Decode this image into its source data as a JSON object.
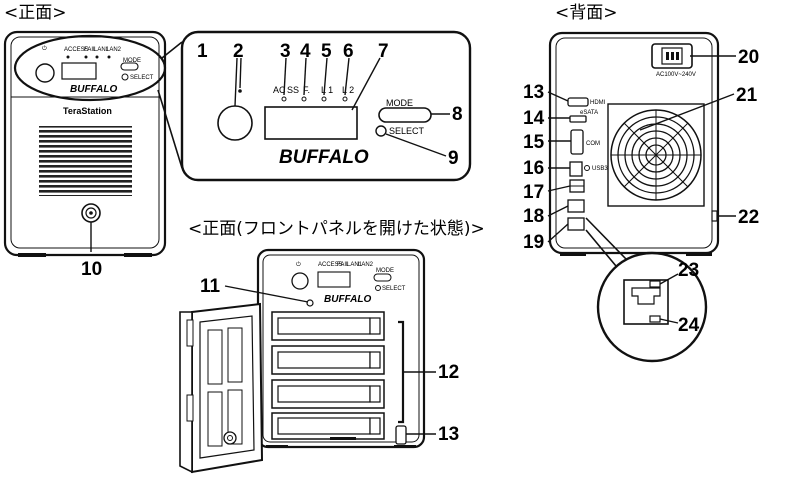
{
  "titles": {
    "front": "<正面>",
    "back": "<背面>",
    "front_open": "<正面(フロントパネルを開けた状態)>"
  },
  "brand": "BUFFALO",
  "model": "TeraStation",
  "inset_labels": {
    "ac": "AC",
    "ss": "SS",
    "fail": "F.",
    "lan1": "L  1",
    "lan2": "L  2",
    "mode": "MODE",
    "select": "SELECT"
  },
  "tiny_labels": {
    "access": "ACCESS",
    "fail": "FAIL",
    "lan1": "LAN1",
    "lan2": "LAN2",
    "mode": "MODE",
    "select": "SELECT",
    "hdmi": "HDMI",
    "esata": "eSATA",
    "com": "COM",
    "usb3": "USB3",
    "power_rating": "AC100V~240V"
  },
  "callouts": [
    "1",
    "2",
    "3",
    "4",
    "5",
    "6",
    "7",
    "8",
    "9",
    "10",
    "11",
    "12",
    "13",
    "13",
    "14",
    "15",
    "16",
    "17",
    "18",
    "19",
    "20",
    "21",
    "22",
    "23",
    "24"
  ]
}
